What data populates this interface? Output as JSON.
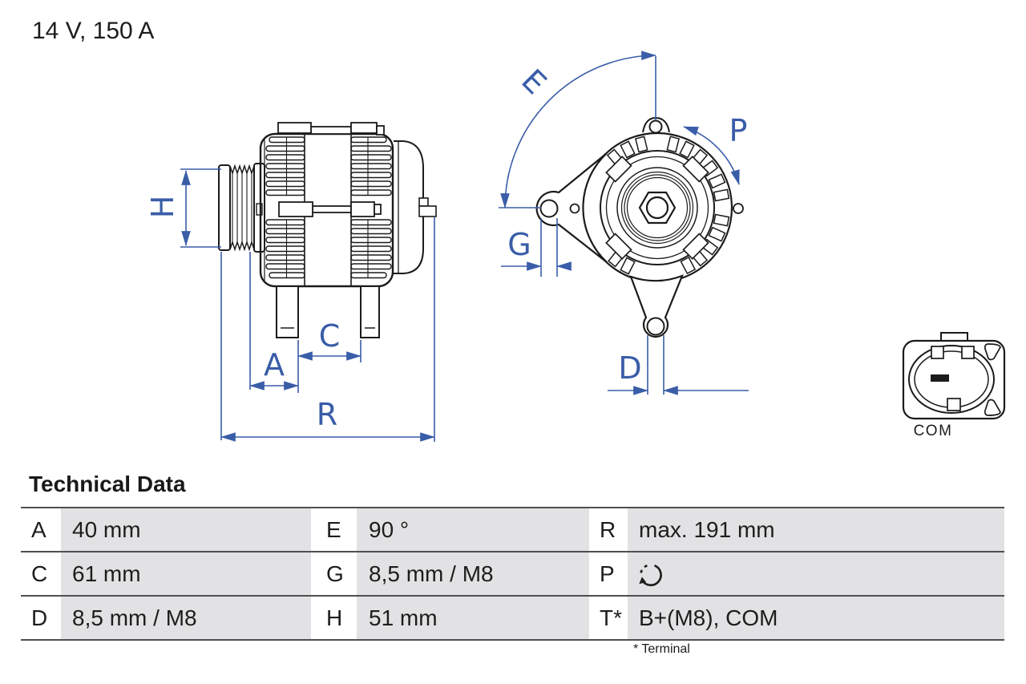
{
  "title": "14 V, 150 A",
  "diagram": {
    "dimension_labels": {
      "A": "A",
      "C": "C",
      "D": "D",
      "E": "E",
      "G": "G",
      "H": "H",
      "P": "P",
      "R": "R"
    },
    "connector": {
      "label": "COM"
    },
    "colors": {
      "dimension_blue": "#3A5DA8",
      "line_black": "#1B1B1B"
    }
  },
  "table": {
    "heading": "Technical Data",
    "footnote": "* Terminal",
    "rows": [
      {
        "cells": [
          {
            "label": "A",
            "value": "40 mm"
          },
          {
            "label": "E",
            "value": "90 °"
          },
          {
            "label": "R",
            "value": "max. 191 mm"
          }
        ]
      },
      {
        "cells": [
          {
            "label": "C",
            "value": "61 mm"
          },
          {
            "label": "G",
            "value": "8,5 mm / M8"
          },
          {
            "label": "P",
            "icon": "rotation-direction-icon"
          }
        ]
      },
      {
        "cells": [
          {
            "label": "D",
            "value": "8,5 mm / M8"
          },
          {
            "label": "H",
            "value": "51 mm"
          },
          {
            "label": "T*",
            "value": "B+(M8), COM"
          }
        ]
      }
    ]
  }
}
